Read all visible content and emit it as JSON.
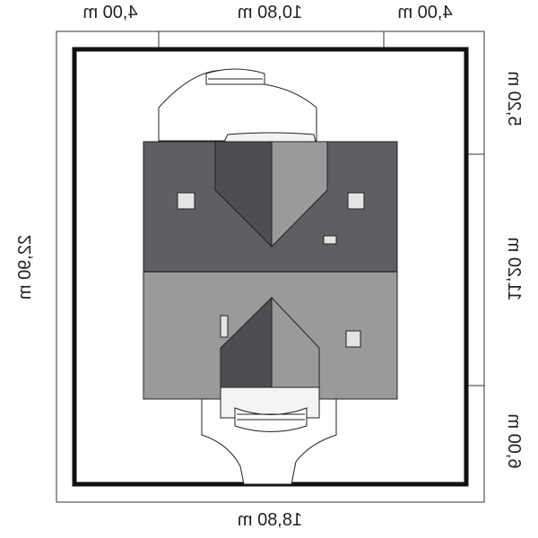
{
  "dimensions": {
    "top": [
      "4,00 m",
      "10,80 m",
      "4,00 m"
    ],
    "bottom": "18,80 m",
    "right": [
      "5,20 m",
      "11,20 m",
      "6,00 m"
    ],
    "left": "22,90 m"
  },
  "colors": {
    "roof_dark": "#5f5f63",
    "roof_light": "#9a9a9a",
    "roof_shade": "#4e4e52",
    "plot_line": "#111111",
    "outline": "#222222"
  }
}
